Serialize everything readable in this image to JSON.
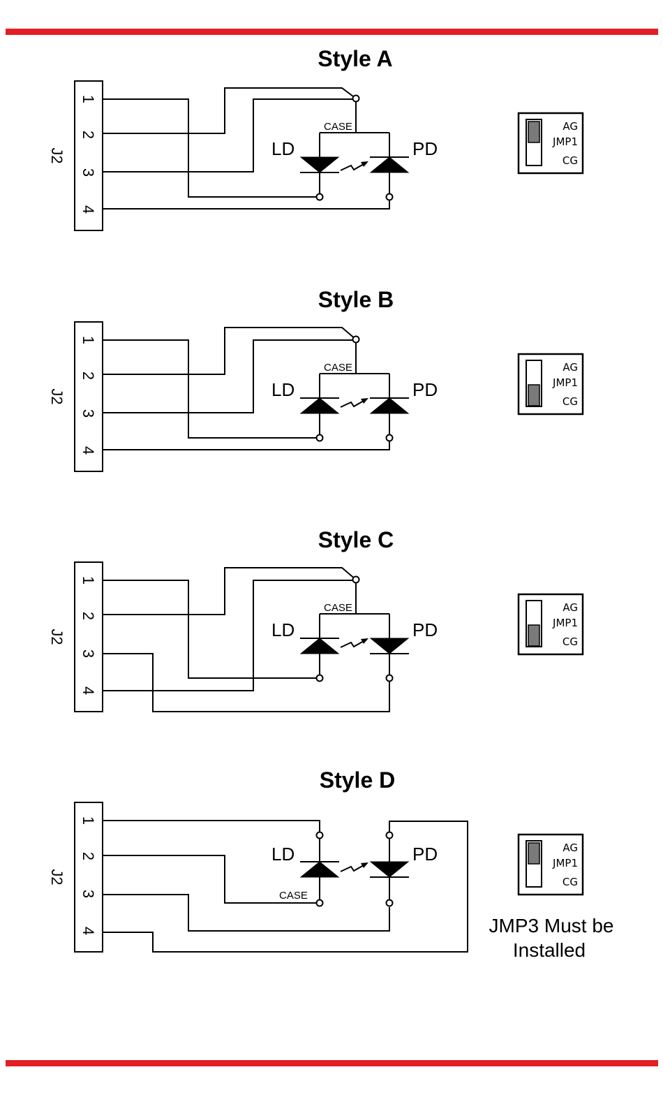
{
  "accent_color": "#e31e24",
  "connector_label": "J2",
  "pins": [
    "1",
    "2",
    "3",
    "4"
  ],
  "case_label": "CASE",
  "ld_label": "LD",
  "pd_label": "PD",
  "jumper": {
    "top": "AG",
    "middle": "JMP1",
    "bottom": "CG"
  },
  "styles": [
    {
      "title": "Style A",
      "jumper_position": "top"
    },
    {
      "title": "Style B",
      "jumper_position": "bottom"
    },
    {
      "title": "Style C",
      "jumper_position": "bottom"
    },
    {
      "title": "Style D",
      "jumper_position": "top"
    }
  ],
  "note_lines": [
    "JMP3 Must be",
    "Installed"
  ]
}
